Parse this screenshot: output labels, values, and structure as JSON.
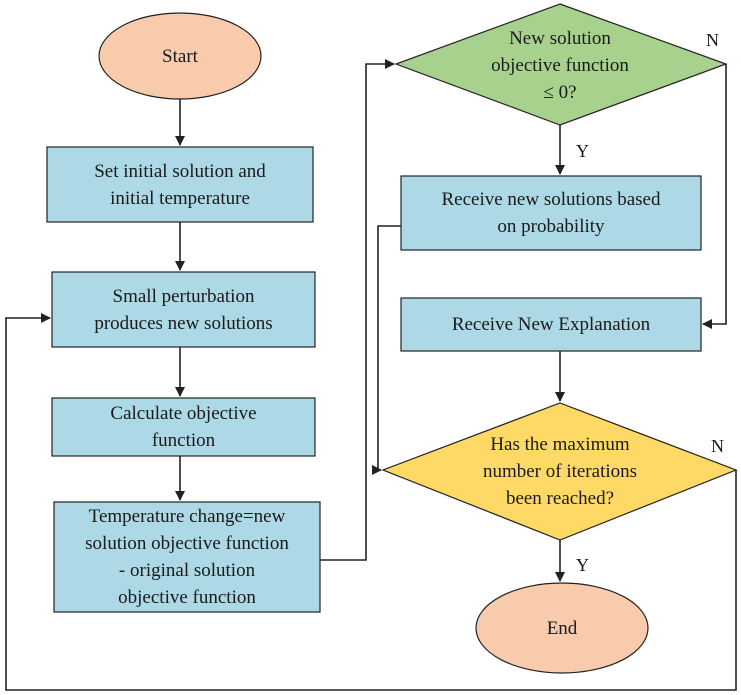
{
  "colors": {
    "process_fill": "#add8e6",
    "terminal_fill": "#f8cbad",
    "decision1_fill": "#a9d18e",
    "decision2_fill": "#ffd966",
    "stroke": "#222222"
  },
  "nodes": {
    "start": "Start",
    "set_initial": "Set initial solution and\ninitial temperature",
    "perturbation": "Small perturbation\nproduces new solutions",
    "calculate": "Calculate objective\nfunction",
    "temp_change": "Temperature change=new\nsolution objective function\n- original solution\nobjective function",
    "decision_objective": "New solution\nobjective function\n≤ 0?",
    "receive_probability": "Receive new solutions based\non probability",
    "receive_new": "Receive New Explanation",
    "decision_iterations": "Has the maximum\nnumber of iterations\nbeen reached?",
    "end": "End"
  },
  "edge_labels": {
    "d1_yes": "Y",
    "d1_no": "N",
    "d2_yes": "Y",
    "d2_no": "N"
  }
}
